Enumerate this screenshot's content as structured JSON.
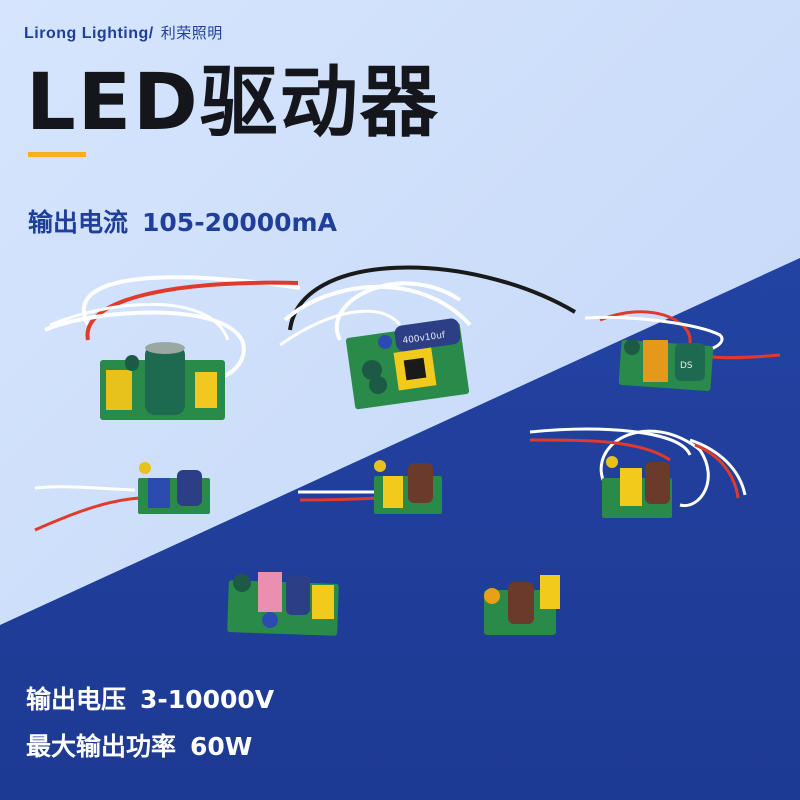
{
  "brand": {
    "name_en": "Lirong Lighting/",
    "name_cn": "利荣照明"
  },
  "title": "LED驱动器",
  "specs": {
    "current": {
      "label": "输出电流",
      "value": "105-20000mA"
    },
    "voltage": {
      "label": "输出电压",
      "value": "3-10000V"
    },
    "power": {
      "label": "最大输出功率",
      "value": "60W"
    }
  },
  "colors": {
    "bg_light": "#cfe0fb",
    "bg_dark": "#203c97",
    "accent": "#f7b11c",
    "title": "#14161c",
    "spec_text": "#1f3f9b"
  },
  "products": [
    {
      "name": "driver-a",
      "wires": "white-red"
    },
    {
      "name": "driver-b",
      "wires": "white-black",
      "capacitor_label": "400v10uf"
    },
    {
      "name": "driver-c",
      "wires": "white-red",
      "capacitor_label": "DS"
    },
    {
      "name": "driver-d",
      "wires": "white-red"
    },
    {
      "name": "driver-e",
      "wires": "white-red"
    },
    {
      "name": "driver-f",
      "wires": "white-red"
    },
    {
      "name": "driver-g",
      "wires": "none"
    },
    {
      "name": "driver-h",
      "wires": "none"
    }
  ]
}
